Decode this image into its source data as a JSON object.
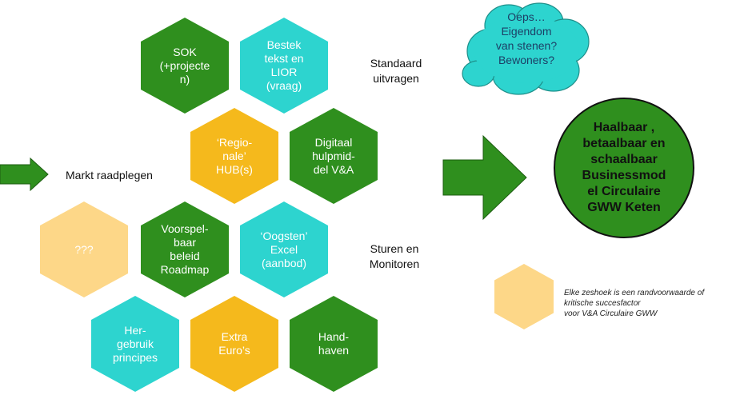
{
  "hexagons": {
    "sok": {
      "text": "SOK\n(+projecte\nn)",
      "color": "#2f8f1e"
    },
    "bestek": {
      "text": "Bestek\ntekst en\nLIOR\n(vraag)",
      "color": "#2dd4cf"
    },
    "regionale_hub": {
      "text": "‘Regio-\nnale’\nHUB(s)",
      "color": "#f5b91c"
    },
    "digitaal": {
      "text": "Digitaal\nhulpmid-\ndel V&A",
      "color": "#2f8f1e"
    },
    "unknown": {
      "text": "???",
      "color": "#fdd788"
    },
    "voorspelbaar": {
      "text": "Voorspel-\nbaar\nbeleid\nRoadmap",
      "color": "#2f8f1e"
    },
    "oogsten": {
      "text": "‘Oogsten’\nExcel\n(aanbod)",
      "color": "#2dd4cf"
    },
    "hergebruik": {
      "text": "Her-\ngebruik\nprincipes",
      "color": "#2dd4cf"
    },
    "extra_euros": {
      "text": "Extra\nEuro’s",
      "color": "#f5b91c"
    },
    "handhaven": {
      "text": "Hand-\nhaven",
      "color": "#2f8f1e"
    },
    "legend": {
      "text": "",
      "color": "#fdd788"
    }
  },
  "labels": {
    "markt": "Markt raadplegen",
    "standaard": "Standaard\nuitvragen",
    "sturen": "Sturen en\nMonitoren"
  },
  "cloud": {
    "text": "Oeps…\nEigendom\nvan stenen?\nBewoners?",
    "color": "#2dd4cf"
  },
  "goal": {
    "text": "Haalbaar ,\nbetaalbaar en\nschaalbaar\nBusinessmod\nel Circulaire\nGWW Keten",
    "color": "#2f8f1e"
  },
  "legend": {
    "text": "Elke zeshoek is een randvoorwaarde of\nkritische succesfactor\nvoor V&A Circulaire GWW"
  },
  "arrows": {
    "color": "#2f8f1e"
  }
}
